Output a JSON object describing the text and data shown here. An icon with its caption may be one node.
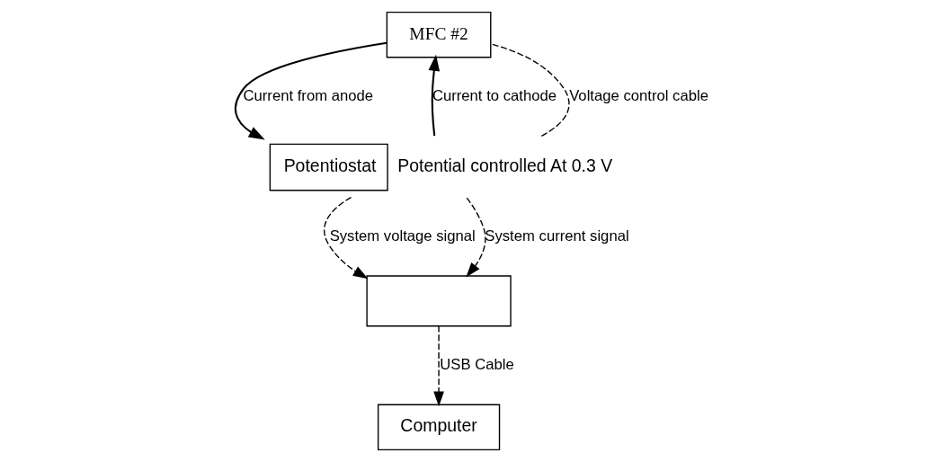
{
  "diagram": {
    "nodes": [
      {
        "text": [
          "MFC #2"
        ]
      },
      {
        "text": [
          "Potentiostat"
        ],
        "beside": [
          "Potential controlled At 0.3 V"
        ]
      },
      {
        "text": [],
        "shape": "box"
      },
      {
        "text": [
          "Computer"
        ]
      }
    ],
    "edges": [
      {
        "from": 0,
        "to": 1,
        "arrow": "to",
        "label": "Current from anode"
      },
      {
        "from": 1,
        "to": 0,
        "arrow": "to",
        "label": "Current to cathode"
      },
      {
        "from": 1,
        "to": 0,
        "arrow": "none",
        "label": "Voltage control cable",
        "style": "dashed"
      },
      {
        "from": 1,
        "to": 2,
        "arrow": "to",
        "label": "System voltage signal",
        "style": "dashed"
      },
      {
        "from": 1,
        "to": 2,
        "arrow": "to",
        "label": "System current signal",
        "style": "dashed"
      },
      {
        "from": 2,
        "to": 3,
        "arrow": "to",
        "label": "USB Cable",
        "style": "dashed"
      }
    ]
  }
}
